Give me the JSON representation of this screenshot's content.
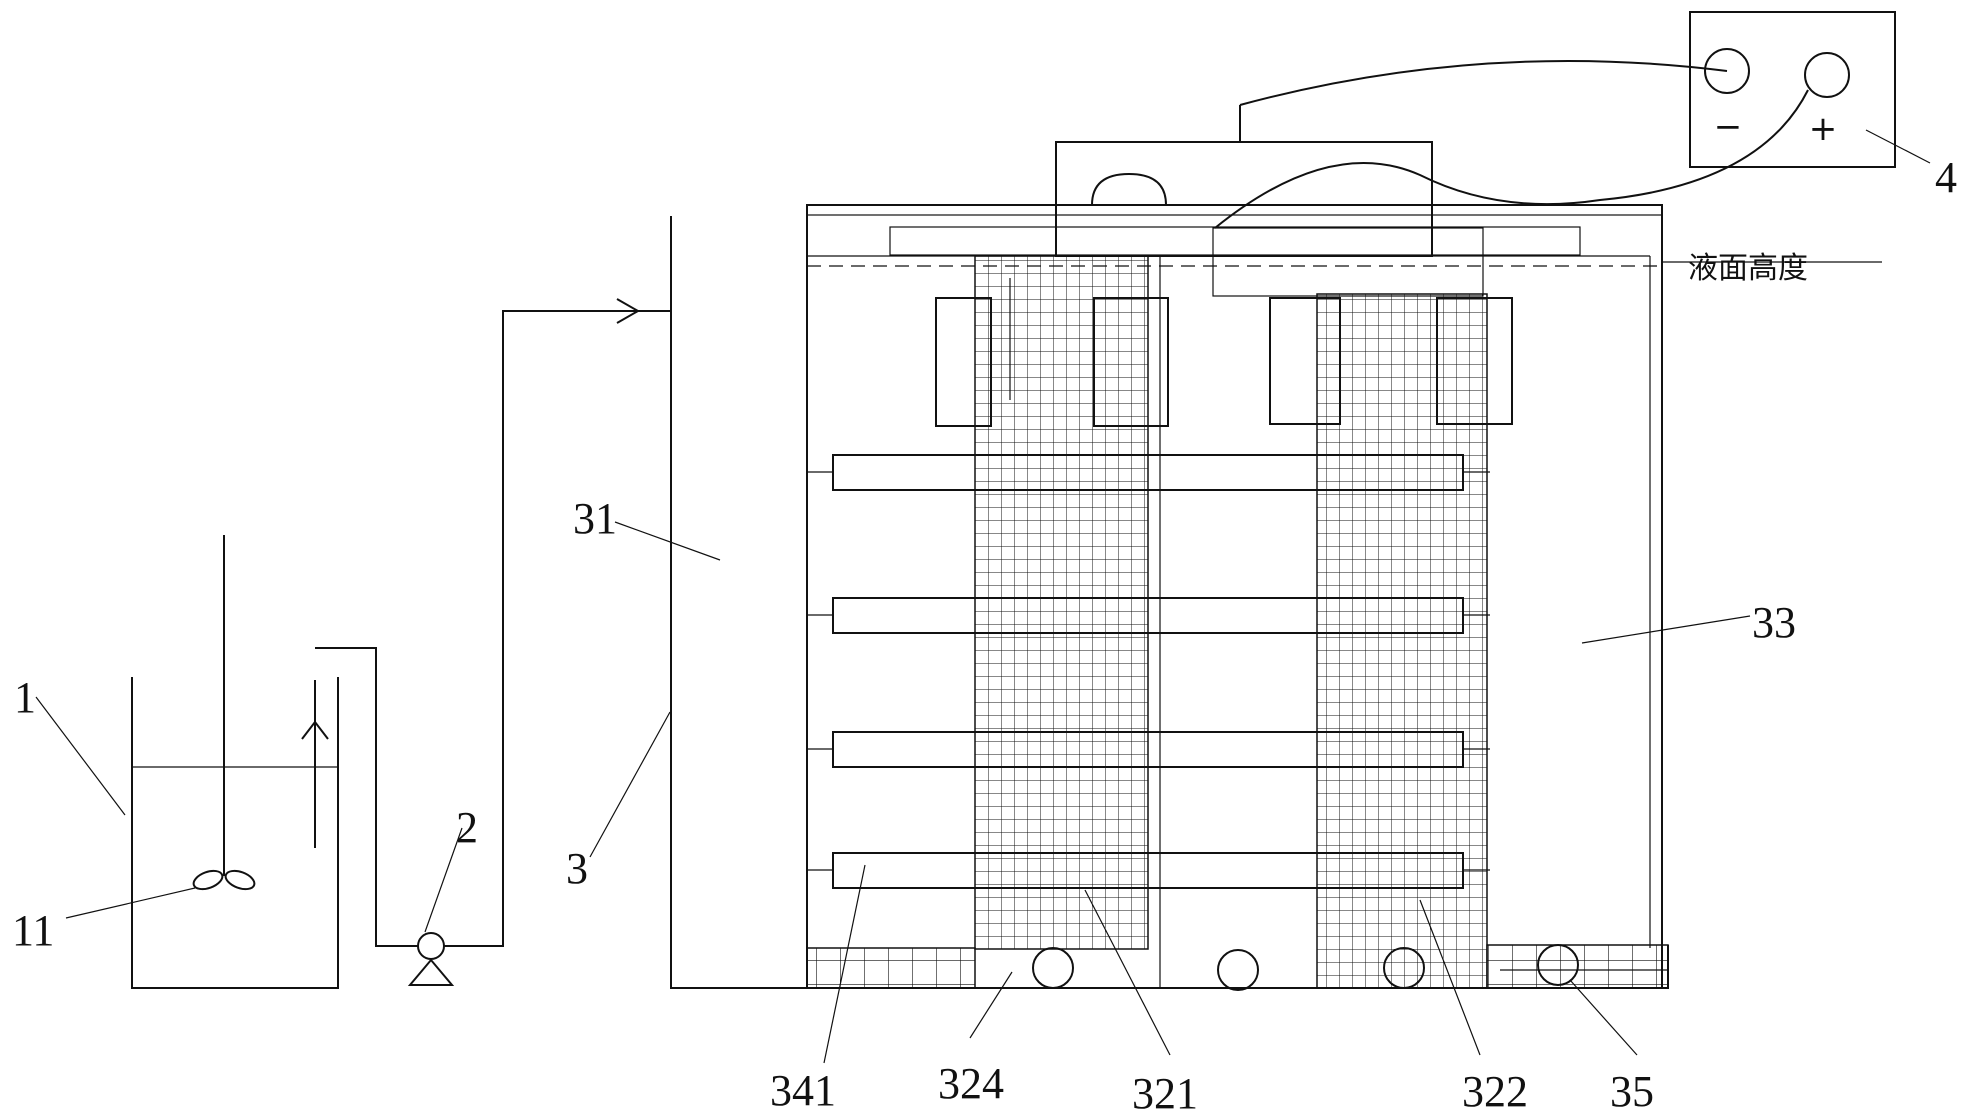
{
  "labels": {
    "l1": "1",
    "l11": "11",
    "l2": "2",
    "l3": "3",
    "l31": "31",
    "l33": "33",
    "l4": "4",
    "l341": "341",
    "l324": "324",
    "l321": "321",
    "l322": "322",
    "l35": "35"
  },
  "liquid_level": "液面高度",
  "power": {
    "minus": "−",
    "plus": "+"
  },
  "colors": {
    "ink": "#111111",
    "background": "#ffffff"
  }
}
